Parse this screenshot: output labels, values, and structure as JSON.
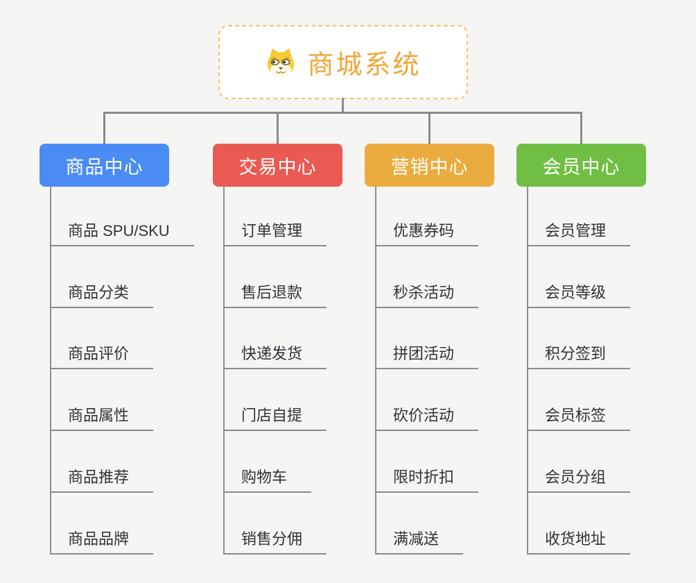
{
  "root": {
    "title": "商城系统",
    "icon": "dog-face-icon"
  },
  "branches": [
    {
      "label": "商品中心",
      "color": "#4A8CF4",
      "items": [
        "商品 SPU/SKU",
        "商品分类",
        "商品评价",
        "商品属性",
        "商品推荐",
        "商品品牌"
      ]
    },
    {
      "label": "交易中心",
      "color": "#E95A52",
      "items": [
        "订单管理",
        "售后退款",
        "快递发货",
        "门店自提",
        "购物车",
        "销售分佣"
      ]
    },
    {
      "label": "营销中心",
      "color": "#EBAC3F",
      "items": [
        "优惠券码",
        "秒杀活动",
        "拼团活动",
        "砍价活动",
        "限时折扣",
        "满减送"
      ]
    },
    {
      "label": "会员中心",
      "color": "#70BF44",
      "items": [
        "会员管理",
        "会员等级",
        "积分签到",
        "会员标签",
        "会员分组",
        "收货地址"
      ]
    }
  ],
  "colors": {
    "background": "#F5F5F4",
    "root_border": "#F6C169",
    "root_text": "#F1A737",
    "connector": "#8A8A8A",
    "leaf_text": "#2F3237"
  }
}
